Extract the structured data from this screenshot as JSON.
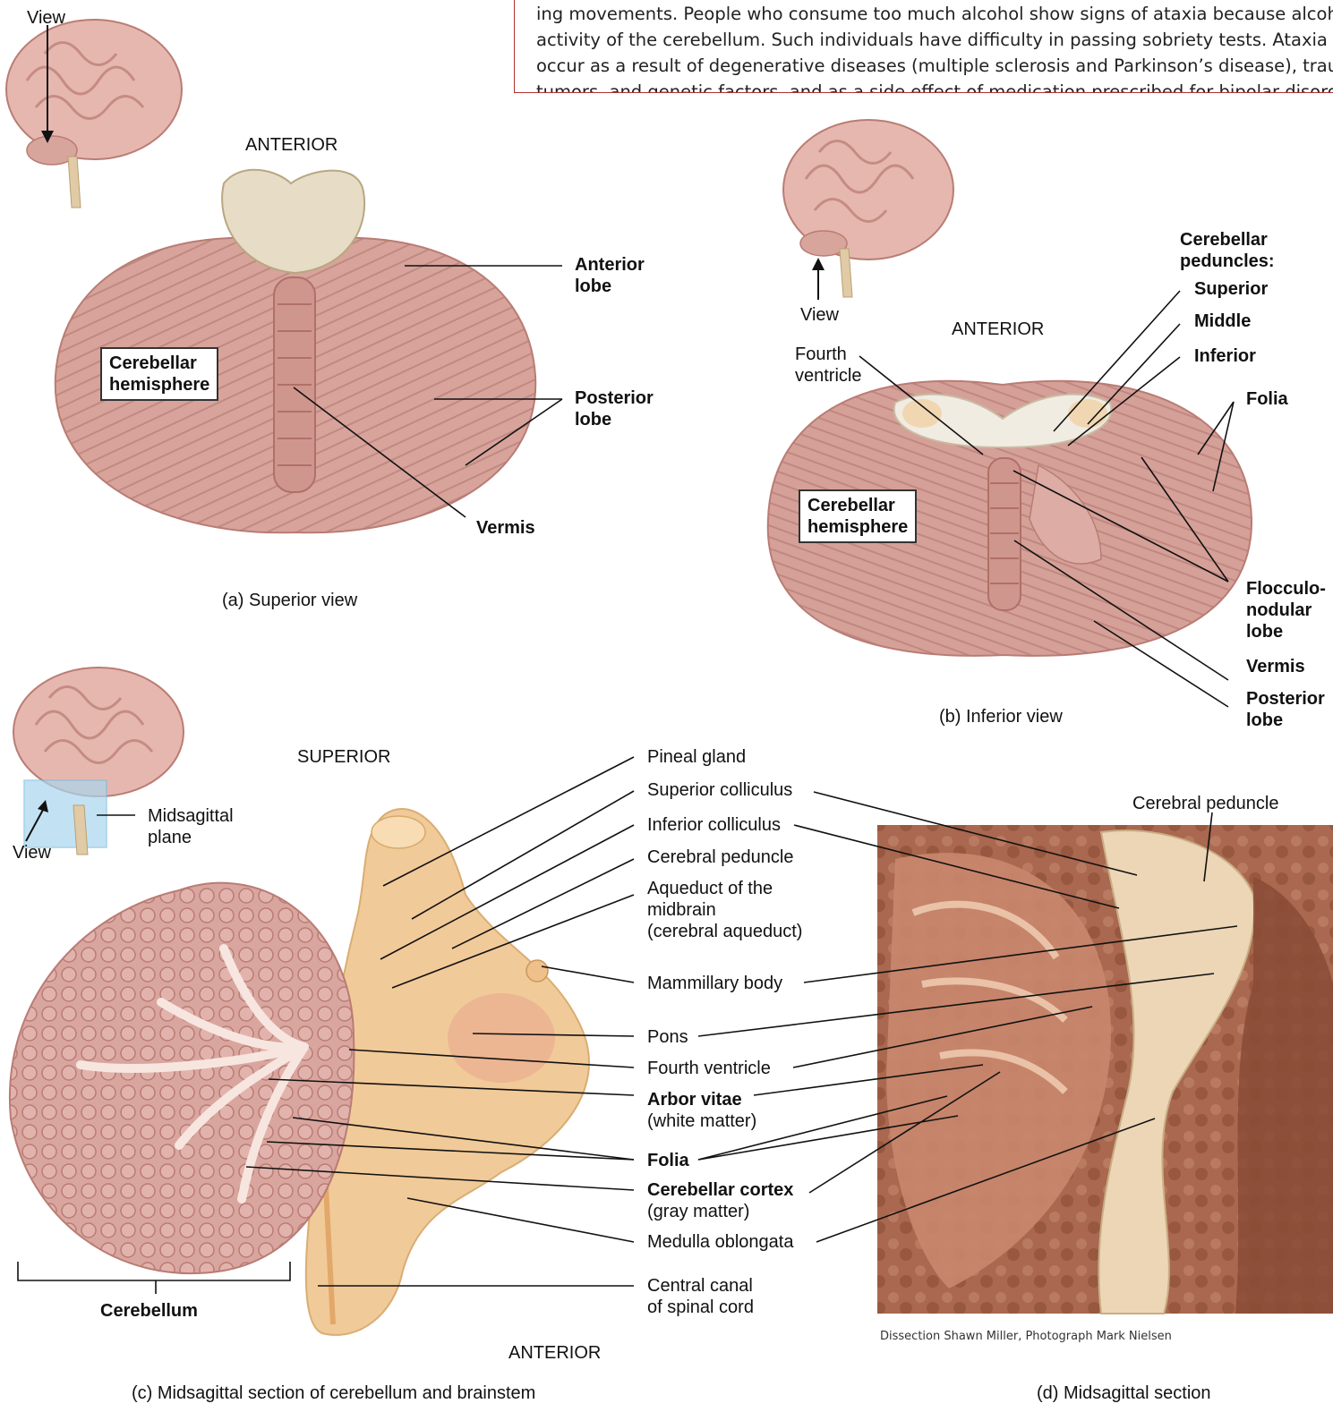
{
  "callout": {
    "lines": [
      "ing movements. People who consume too much alcohol show signs of ataxia because alcohol in",
      "activity of the cerebellum. Such individuals have difficulty in passing sobriety tests. Ataxia ca",
      "occur as a result of degenerative diseases (multiple sclerosis and Parkinson’s disease), trauma",
      "tumors, and genetic factors, and as a side effect of medication prescribed for bipolar disorder."
    ]
  },
  "panel_a": {
    "view_label": "View",
    "orientation": "ANTERIOR",
    "caption": "(a) Superior view",
    "labels": {
      "anterior_lobe_1": "Anterior",
      "anterior_lobe_2": "lobe",
      "posterior_lobe_1": "Posterior",
      "posterior_lobe_2": "lobe",
      "vermis": "Vermis",
      "hemisphere_1": "Cerebellar",
      "hemisphere_2": "hemisphere"
    }
  },
  "panel_b": {
    "view_label": "View",
    "orientation": "ANTERIOR",
    "caption": "(b) Inferior view",
    "labels": {
      "peduncles_1": "Cerebellar",
      "peduncles_2": "peduncles:",
      "superior": "Superior",
      "middle": "Middle",
      "inferior": "Inferior",
      "folia": "Folia",
      "fourth_ventricle_1": "Fourth",
      "fourth_ventricle_2": "ventricle",
      "hemisphere_1": "Cerebellar",
      "hemisphere_2": "hemisphere",
      "flocculo_1": "Flocculo-",
      "flocculo_2": "nodular",
      "flocculo_3": "lobe",
      "vermis": "Vermis",
      "posterior_1": "Posterior",
      "posterior_2": "lobe"
    }
  },
  "panel_c": {
    "view_label": "View",
    "plane_1": "Midsagittal",
    "plane_2": "plane",
    "orientation_top": "SUPERIOR",
    "orientation_bottom": "ANTERIOR",
    "cerebellum": "Cerebellum",
    "caption": "(c) Midsagittal section of cerebellum and brainstem",
    "labels": {
      "pineal": "Pineal gland",
      "sup_colliculus": "Superior colliculus",
      "inf_colliculus": "Inferior colliculus",
      "cerebral_peduncle": "Cerebral peduncle",
      "aqueduct_1": "Aqueduct of the",
      "aqueduct_2": "midbrain",
      "aqueduct_3": "(cerebral aqueduct)",
      "mammillary": "Mammillary body",
      "pons": "Pons",
      "fourth_ventricle": "Fourth ventricle",
      "arbor_1": "Arbor vitae",
      "arbor_2": "(white matter)",
      "folia": "Folia",
      "cortex_1": "Cerebellar cortex",
      "cortex_2": "(gray matter)",
      "medulla": "Medulla oblongata",
      "central_canal_1": "Central canal",
      "central_canal_2": "of spinal cord"
    }
  },
  "panel_d": {
    "cerebral_peduncle": "Cerebral peduncle",
    "credit": "Dissection Shawn Miller, Photograph Mark  Nielsen",
    "caption": "(d) Midsagittal section"
  },
  "colors": {
    "tissue": "#d7a39b",
    "tissue_dark": "#b97c74",
    "brainstem": "#f1c894",
    "callout_border": "#b0312f"
  }
}
